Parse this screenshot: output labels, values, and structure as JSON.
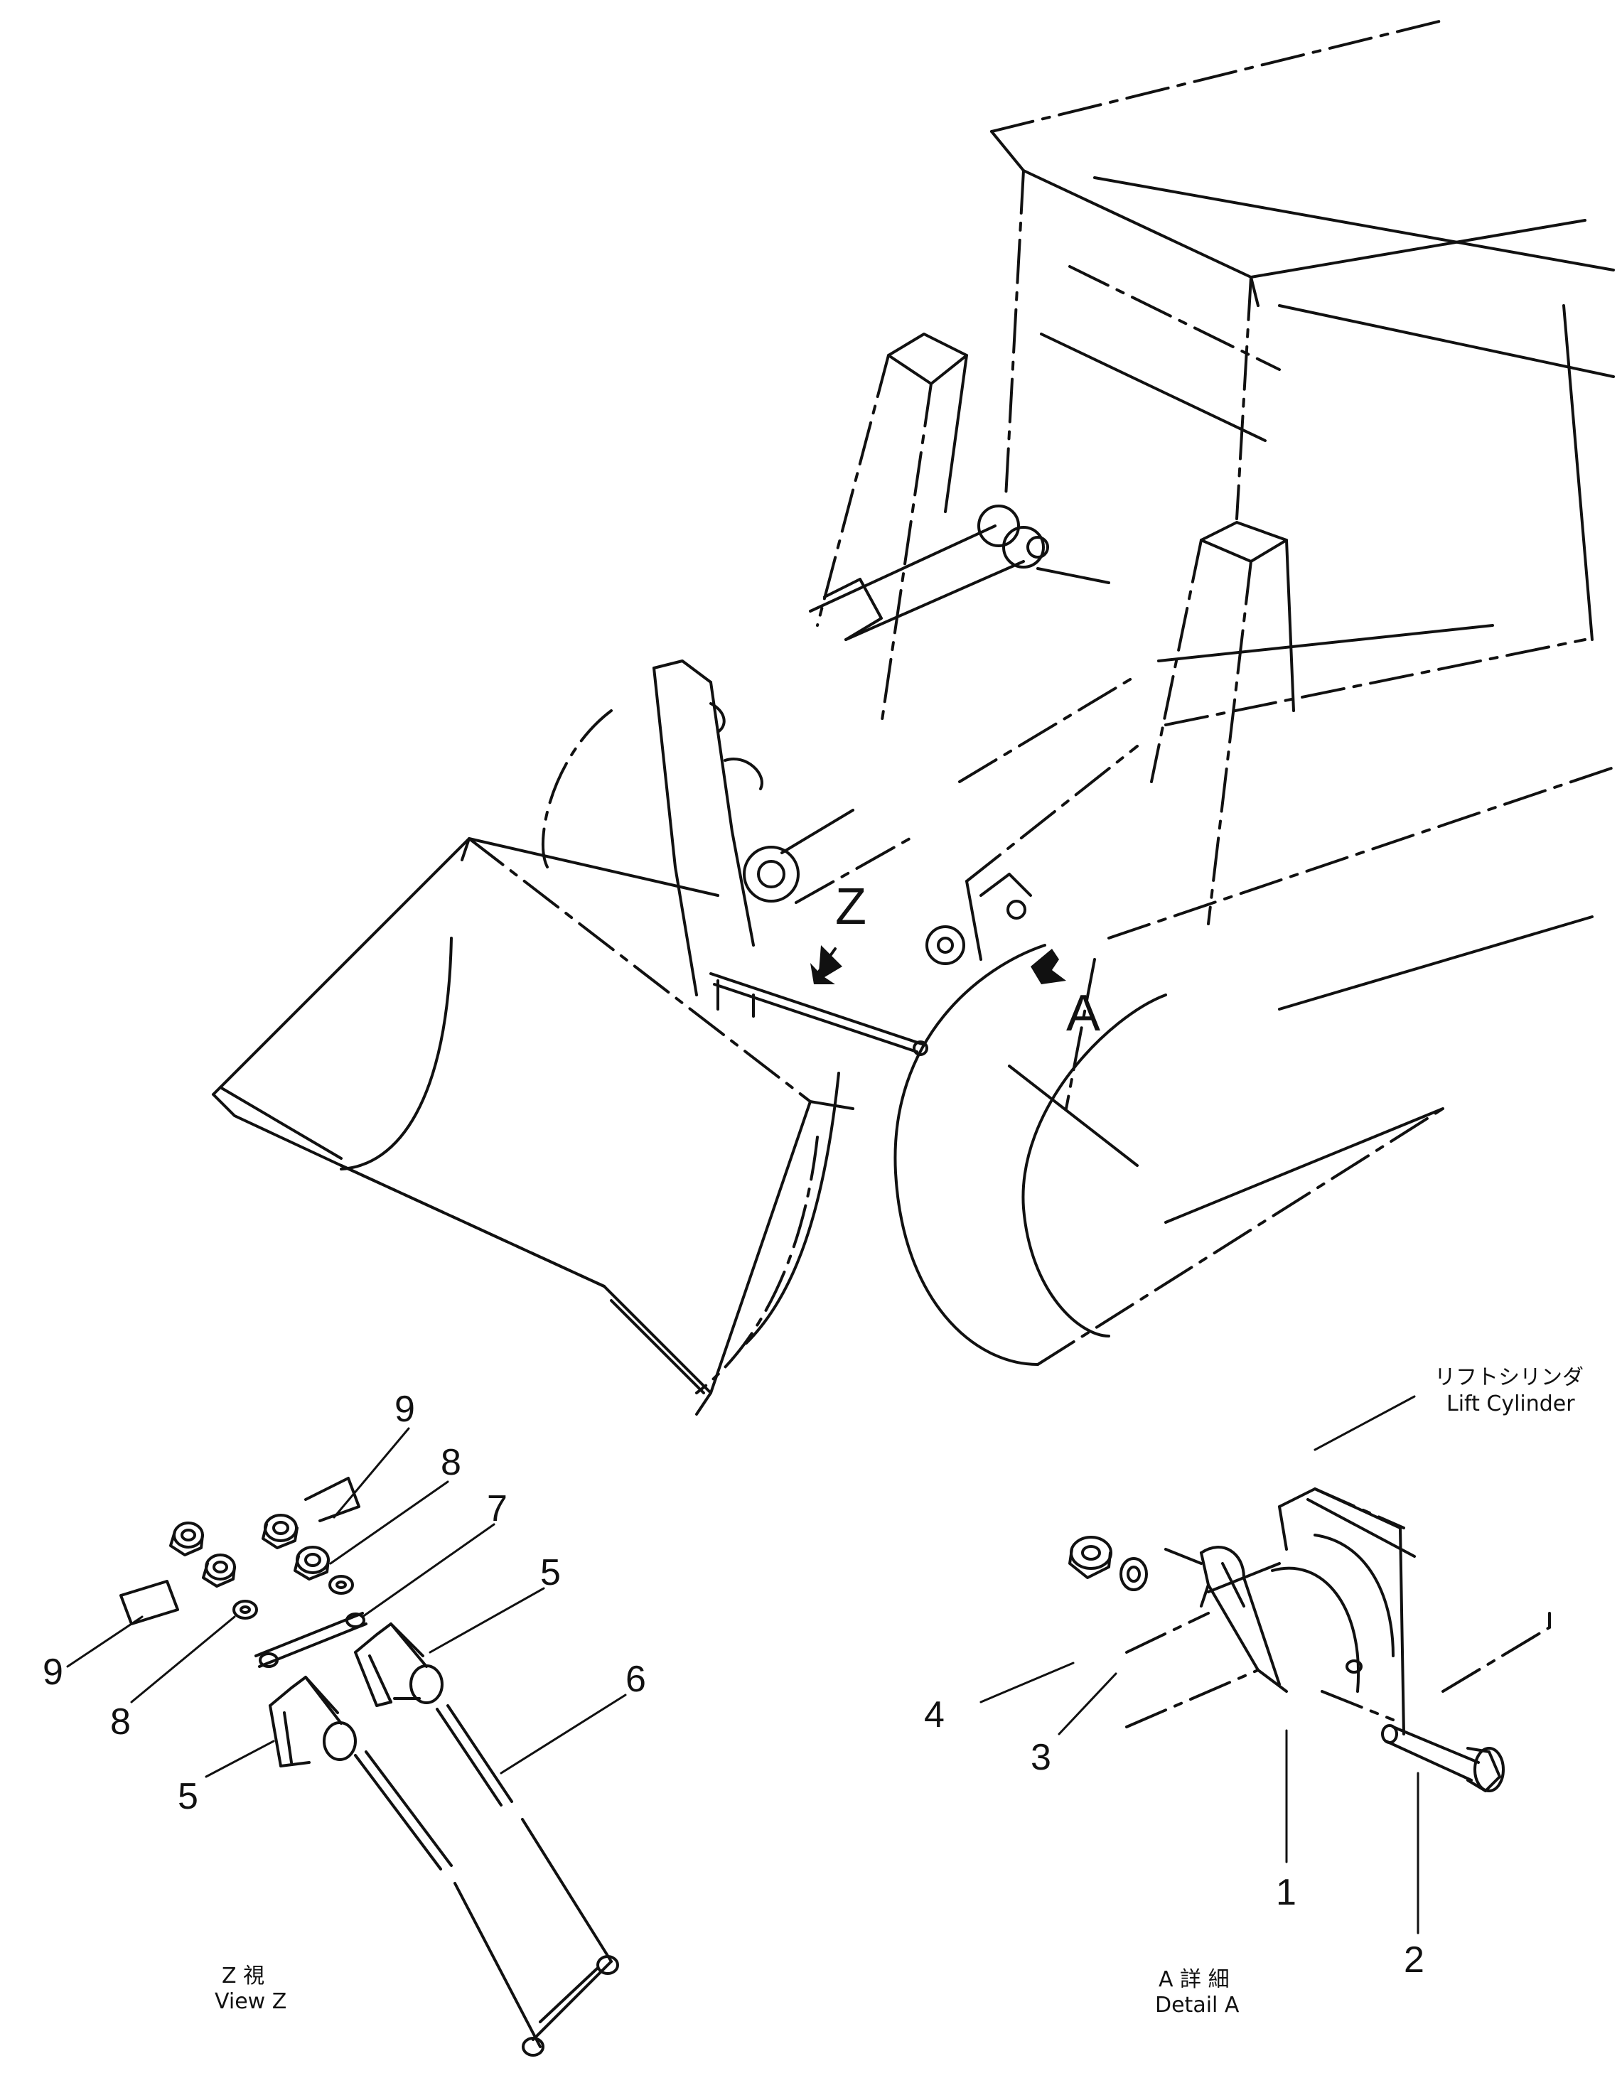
{
  "view_marker_z": "Z",
  "detail_marker_a": "A",
  "view_z": {
    "jp": "Z 視",
    "en": "View Z"
  },
  "detail_a": {
    "jp": "A 詳 細",
    "en": "Detail A"
  },
  "lift_cylinder": {
    "jp": "リフトシリンダ",
    "en": "Lift Cylinder"
  },
  "callouts": {
    "c9a": "9",
    "c8a": "8",
    "c7": "7",
    "c5a": "5",
    "c6": "6",
    "c9b": "9",
    "c8b": "8",
    "c5b": "5",
    "c4": "4",
    "c3": "3",
    "c1": "1",
    "c2": "2"
  }
}
